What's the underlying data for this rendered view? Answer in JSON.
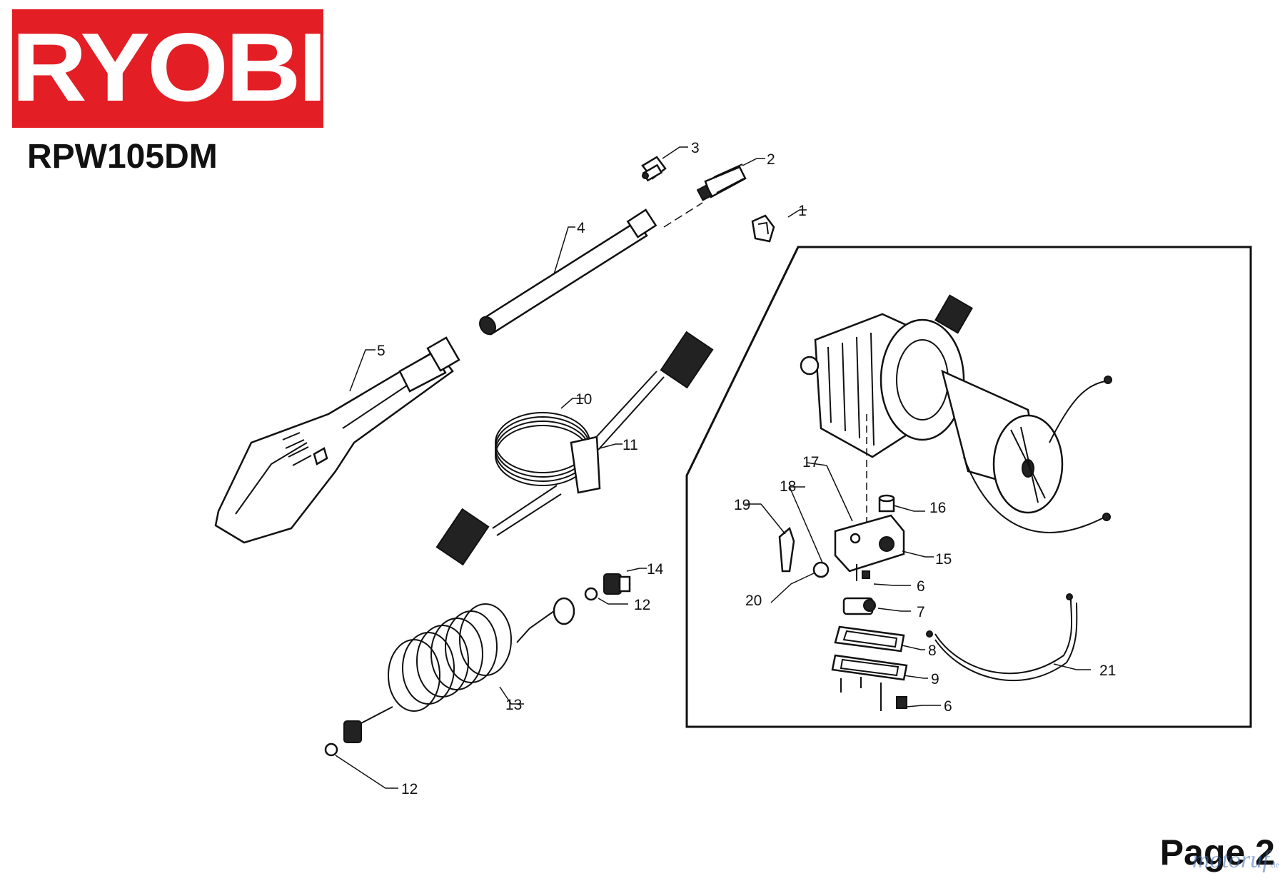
{
  "brand": {
    "name": "RYOBI",
    "color": "#e31e24"
  },
  "model": "RPW105DM",
  "page_label": "Page 2",
  "watermark": {
    "text": "motoruf",
    "tld": ".de"
  },
  "callouts": [
    "1",
    "2",
    "3",
    "4",
    "5",
    "6",
    "6",
    "7",
    "8",
    "9",
    "10",
    "11",
    "12",
    "12",
    "13",
    "14",
    "15",
    "16",
    "17",
    "18",
    "19",
    "20",
    "21"
  ]
}
